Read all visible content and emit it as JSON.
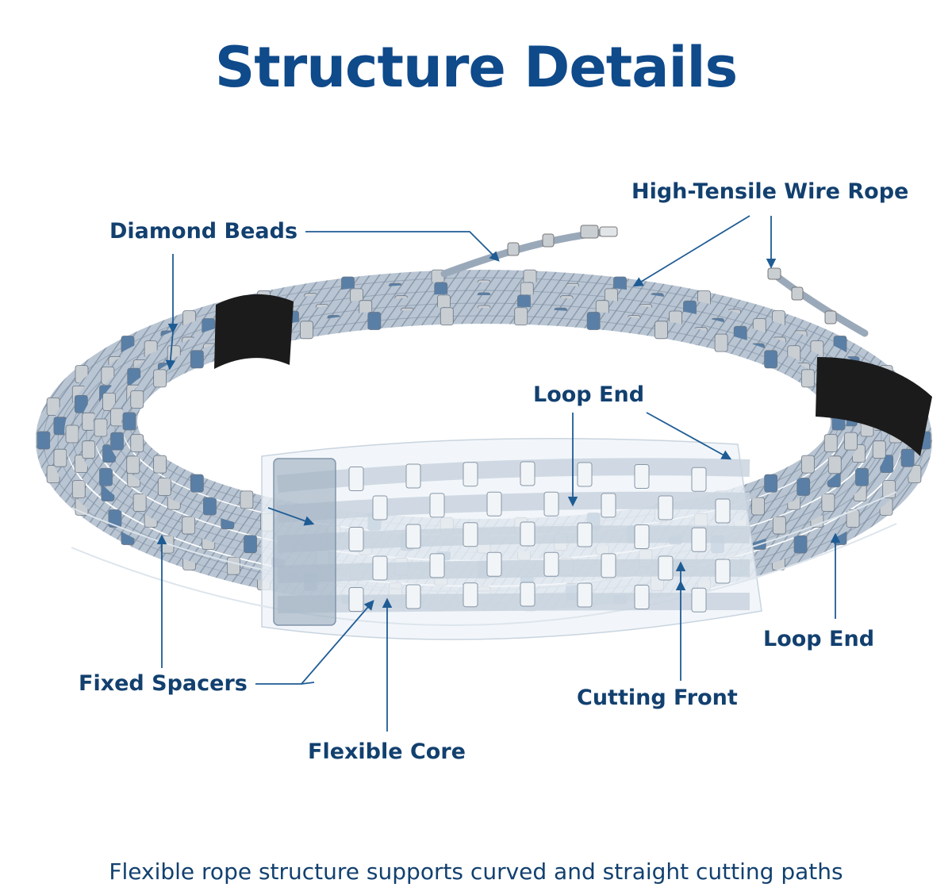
{
  "title": "Structure Details",
  "labels": {
    "high_tensile_wire_rope": "High-Tensile Wire Rope",
    "diamond_beads": "Diamond Beads",
    "loop_end_top": "Loop End",
    "loop_end_right": "Loop End",
    "fixed_spacers": "Fixed Spacers",
    "cutting_front": "Cutting Front",
    "flexible_core": "Flexible Core"
  },
  "caption": "Flexible rope structure supports curved and straight cutting paths",
  "colors": {
    "title": "#0f4a8a",
    "label": "#12406f",
    "arrow": "#1f5c94",
    "bead_silver": "#c9ced3",
    "bead_blue": "#5a7fa6",
    "rope": "#a9b7c6",
    "strap": "#1a1a1a",
    "sleeve": "#e8eef4"
  }
}
